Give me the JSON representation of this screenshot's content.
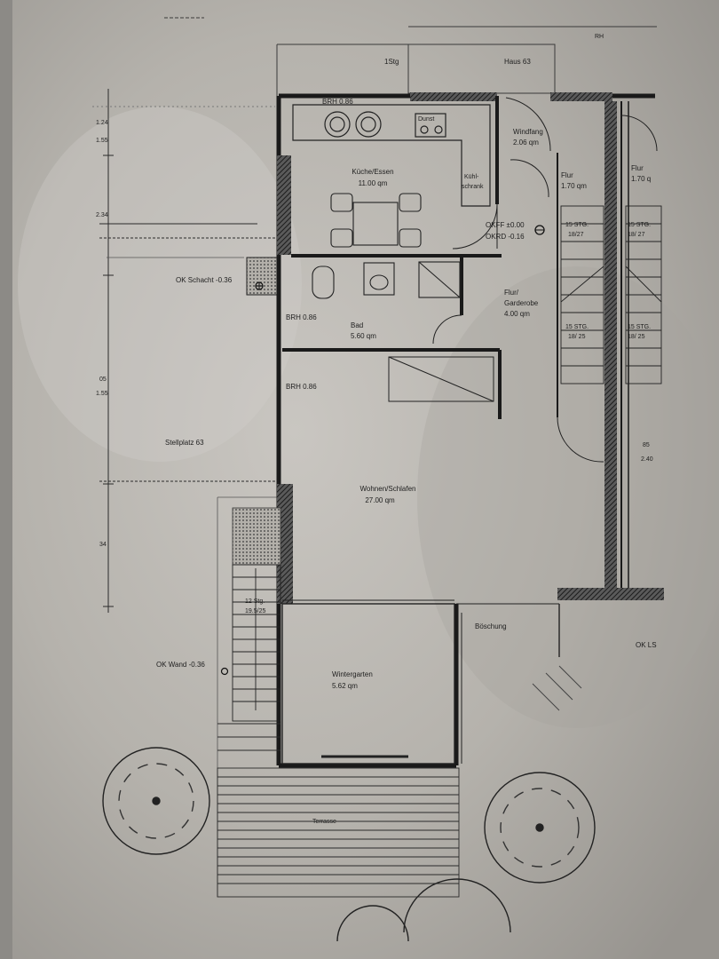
{
  "top": {
    "stairs": "1Stg",
    "house": "Haus 63",
    "corner": "RH"
  },
  "rooms": {
    "kitchen": {
      "name": "Küche/Essen",
      "area": "11.00 qm"
    },
    "fridge": {
      "line1": "Kühl-",
      "line2": "schrank"
    },
    "stove": "Dunst",
    "entrance": {
      "name": "Windfang",
      "area": "2.06 qm"
    },
    "hall1": {
      "name": "Flur",
      "area": "1.70 qm"
    },
    "hall2": {
      "name": "Flur",
      "area": "1.70 q"
    },
    "floor_levels": {
      "okff": "OKFF ±0.00",
      "okrd": "OKRD -0.16"
    },
    "cloak": {
      "name": "Flur/",
      "name2": "Garderobe",
      "area": "4.00 qm"
    },
    "bath": {
      "name": "Bad",
      "area": "5.60 qm"
    },
    "living": {
      "name": "Wohnen/Schlafen",
      "area": "27.00 qm"
    },
    "winter": {
      "name": "Wintergarten",
      "area": "5.62 qm"
    },
    "terrace": "Terrasse",
    "slope": "Böschung",
    "parking": "Stellplatz 63"
  },
  "annotations": {
    "brh_top": "BRH 0.86",
    "brh_bath": "BRH 0.86",
    "brh_living": "BRH 0.86",
    "shaft": "OK Schacht -0.36",
    "wall": "OK Wand -0.36",
    "okls": "OK LS",
    "ext_stairs_count": "12 Stg.",
    "ext_stairs_ratio": "19.5/25"
  },
  "stairs": [
    {
      "count": "15 STG.",
      "ratio": "18/27"
    },
    {
      "count": "15 STG.",
      "ratio": "18/ 27"
    },
    {
      "count": "15 STG.",
      "ratio": "18/ 25"
    },
    {
      "count": "15 STG.",
      "ratio": "18/ 25"
    }
  ],
  "dimensions": {
    "d1": "1.24",
    "d2": "1.55",
    "d3": "2.34",
    "d4": "05",
    "d5": "1.55",
    "d6": "34",
    "right_a": "85",
    "right_b": "2.40"
  }
}
